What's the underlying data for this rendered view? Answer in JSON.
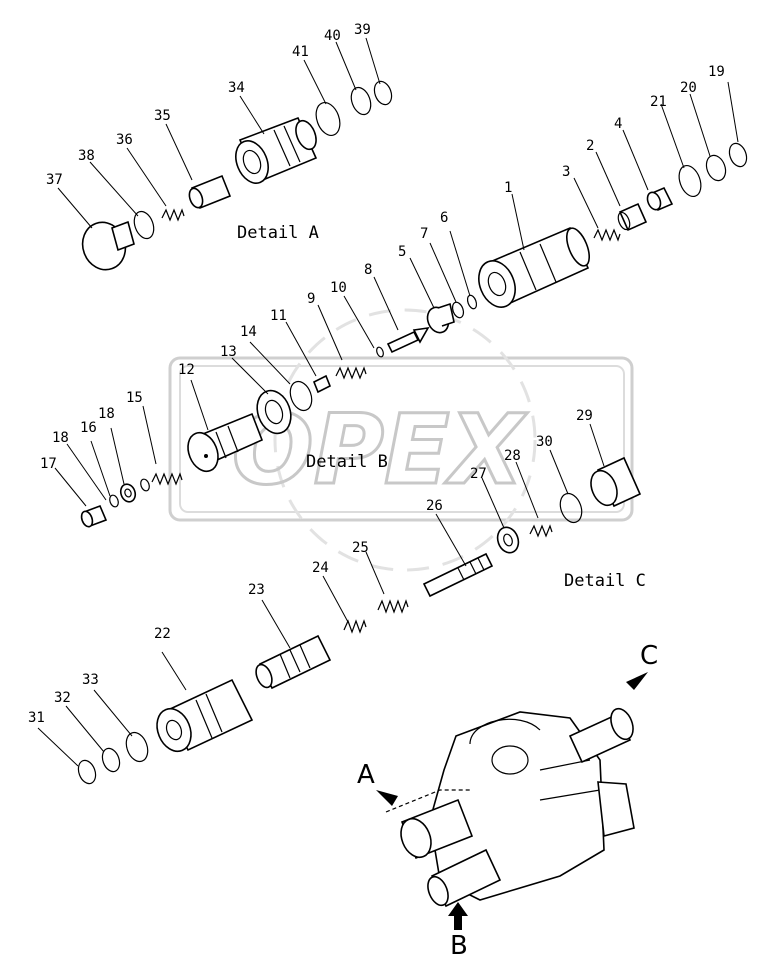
{
  "watermark": {
    "text": "OPEX"
  },
  "details": {
    "a": "Detail A",
    "b": "Detail B",
    "c": "Detail C"
  },
  "view_markers": {
    "a": "A",
    "b": "B",
    "c": "C"
  },
  "part_numbers": [
    "1",
    "2",
    "3",
    "4",
    "5",
    "6",
    "7",
    "8",
    "9",
    "10",
    "11",
    "12",
    "13",
    "14",
    "15",
    "16",
    "17",
    "18",
    "18",
    "19",
    "20",
    "21",
    "22",
    "23",
    "24",
    "25",
    "26",
    "27",
    "28",
    "29",
    "30",
    "31",
    "32",
    "33",
    "34",
    "35",
    "36",
    "37",
    "38",
    "39",
    "40",
    "41"
  ]
}
